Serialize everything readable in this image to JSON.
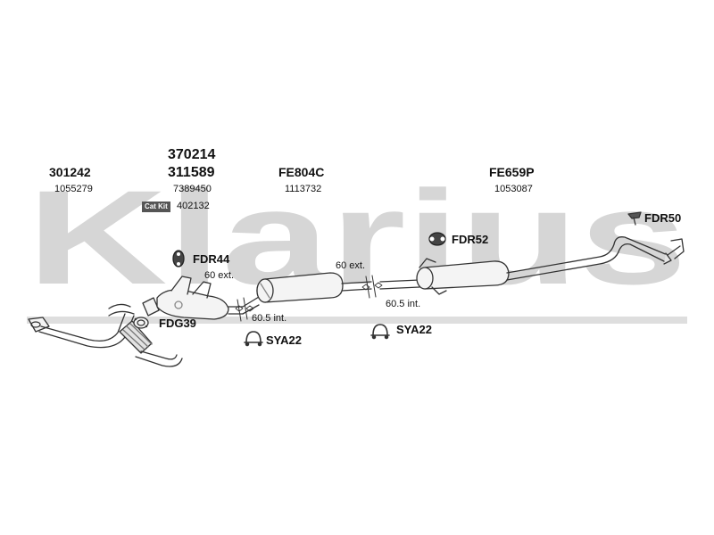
{
  "brand": {
    "watermark": "Klarius",
    "watermark_color": "#d6d6d6"
  },
  "parts": [
    {
      "id": "p1",
      "code": "301242",
      "ref": "1055279"
    },
    {
      "id": "p2",
      "code_top": "370214",
      "code": "311589",
      "ref": "7389450",
      "catkit_label": "Cat Kit",
      "catkit_ref": "402132"
    },
    {
      "id": "p3",
      "code": "FE804C",
      "ref": "1113732"
    },
    {
      "id": "p4",
      "code": "FE659P",
      "ref": "1053087"
    }
  ],
  "fittings": {
    "fdr50": "FDR50",
    "fdr52": "FDR52",
    "fdr44": "FDR44",
    "fdg39": "FDG39",
    "sya22_a": "SYA22",
    "sya22_b": "SYA22"
  },
  "dimensions": {
    "ext_a": "60 ext.",
    "int_a": "60.5 int.",
    "ext_b": "60 ext.",
    "int_b": "60.5 int."
  },
  "colors": {
    "line": "#333333",
    "part_fill": "#f4f4f4",
    "shade": "#bbbbbb"
  }
}
